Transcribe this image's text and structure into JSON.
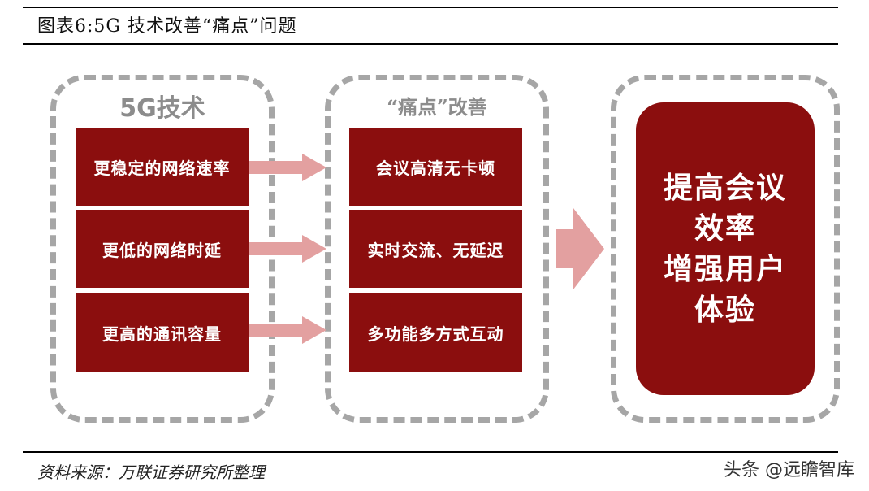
{
  "figure_title": "图表6:5G 技术改善“痛点”问题",
  "columns": [
    {
      "title": "5G技术",
      "items": [
        "更稳定的网络速率",
        "更低的网络时延",
        "更高的通讯容量"
      ]
    },
    {
      "title": "“痛点”改善",
      "items": [
        "会议高清无卡顿",
        "实时交流、无延迟",
        "多功能多方式互动"
      ]
    }
  ],
  "result_lines": [
    "提高会议",
    "效率",
    "增强用户",
    "体验"
  ],
  "source": "资料来源：万联证券研究所整理",
  "watermark": "头条 @远瞻智库",
  "colors": {
    "box_red": "#8b0e0e",
    "arrow_pink": "#e3a0a0",
    "dash_gray": "#a6a6a6"
  }
}
